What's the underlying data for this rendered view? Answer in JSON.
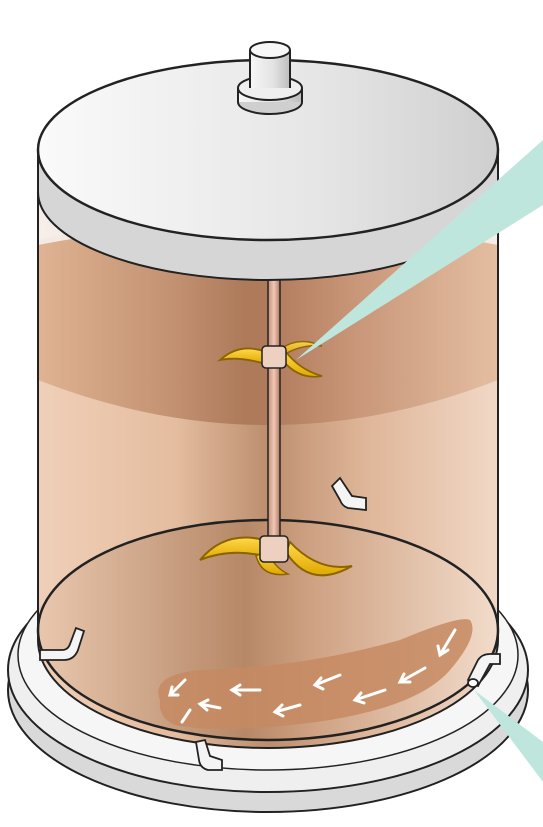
{
  "title": "",
  "colors": {
    "background": "#ffffff",
    "lid_light": "#f3f3f3",
    "lid_shadow": "#c9c9c9",
    "liquid_light": "#f0d2bc",
    "liquid_mid": "#dcae8c",
    "liquid_dark": "#a8785b",
    "upper_band": "#cf9d78",
    "base_plate": "#e6e6e6",
    "base_shadow": "#bdbdbd",
    "shaft": "#d8a58f",
    "impeller": "#f2c21b",
    "impeller_edge": "#b98a00",
    "pointer": "#bfe6dd",
    "sediment": "#c98a63",
    "flow_arrow": "#ffffff",
    "nozzle": "#f4f4f4",
    "outline": "#222222"
  },
  "parts": [
    {
      "name": "motor-housing",
      "icon": "motor-icon"
    },
    {
      "name": "lid",
      "icon": "lid-icon"
    },
    {
      "name": "cylinder-vessel",
      "icon": "vessel-icon"
    },
    {
      "name": "agitator-shaft",
      "icon": "shaft-icon"
    },
    {
      "name": "upper-impeller",
      "icon": "impeller-icon"
    },
    {
      "name": "lower-impeller",
      "icon": "impeller-icon"
    },
    {
      "name": "gas-sparger-nozzle",
      "icon": "nozzle-icon"
    },
    {
      "name": "sediment-flow",
      "icon": "flow-arrows-icon"
    },
    {
      "name": "base-plate",
      "icon": "base-icon"
    }
  ]
}
